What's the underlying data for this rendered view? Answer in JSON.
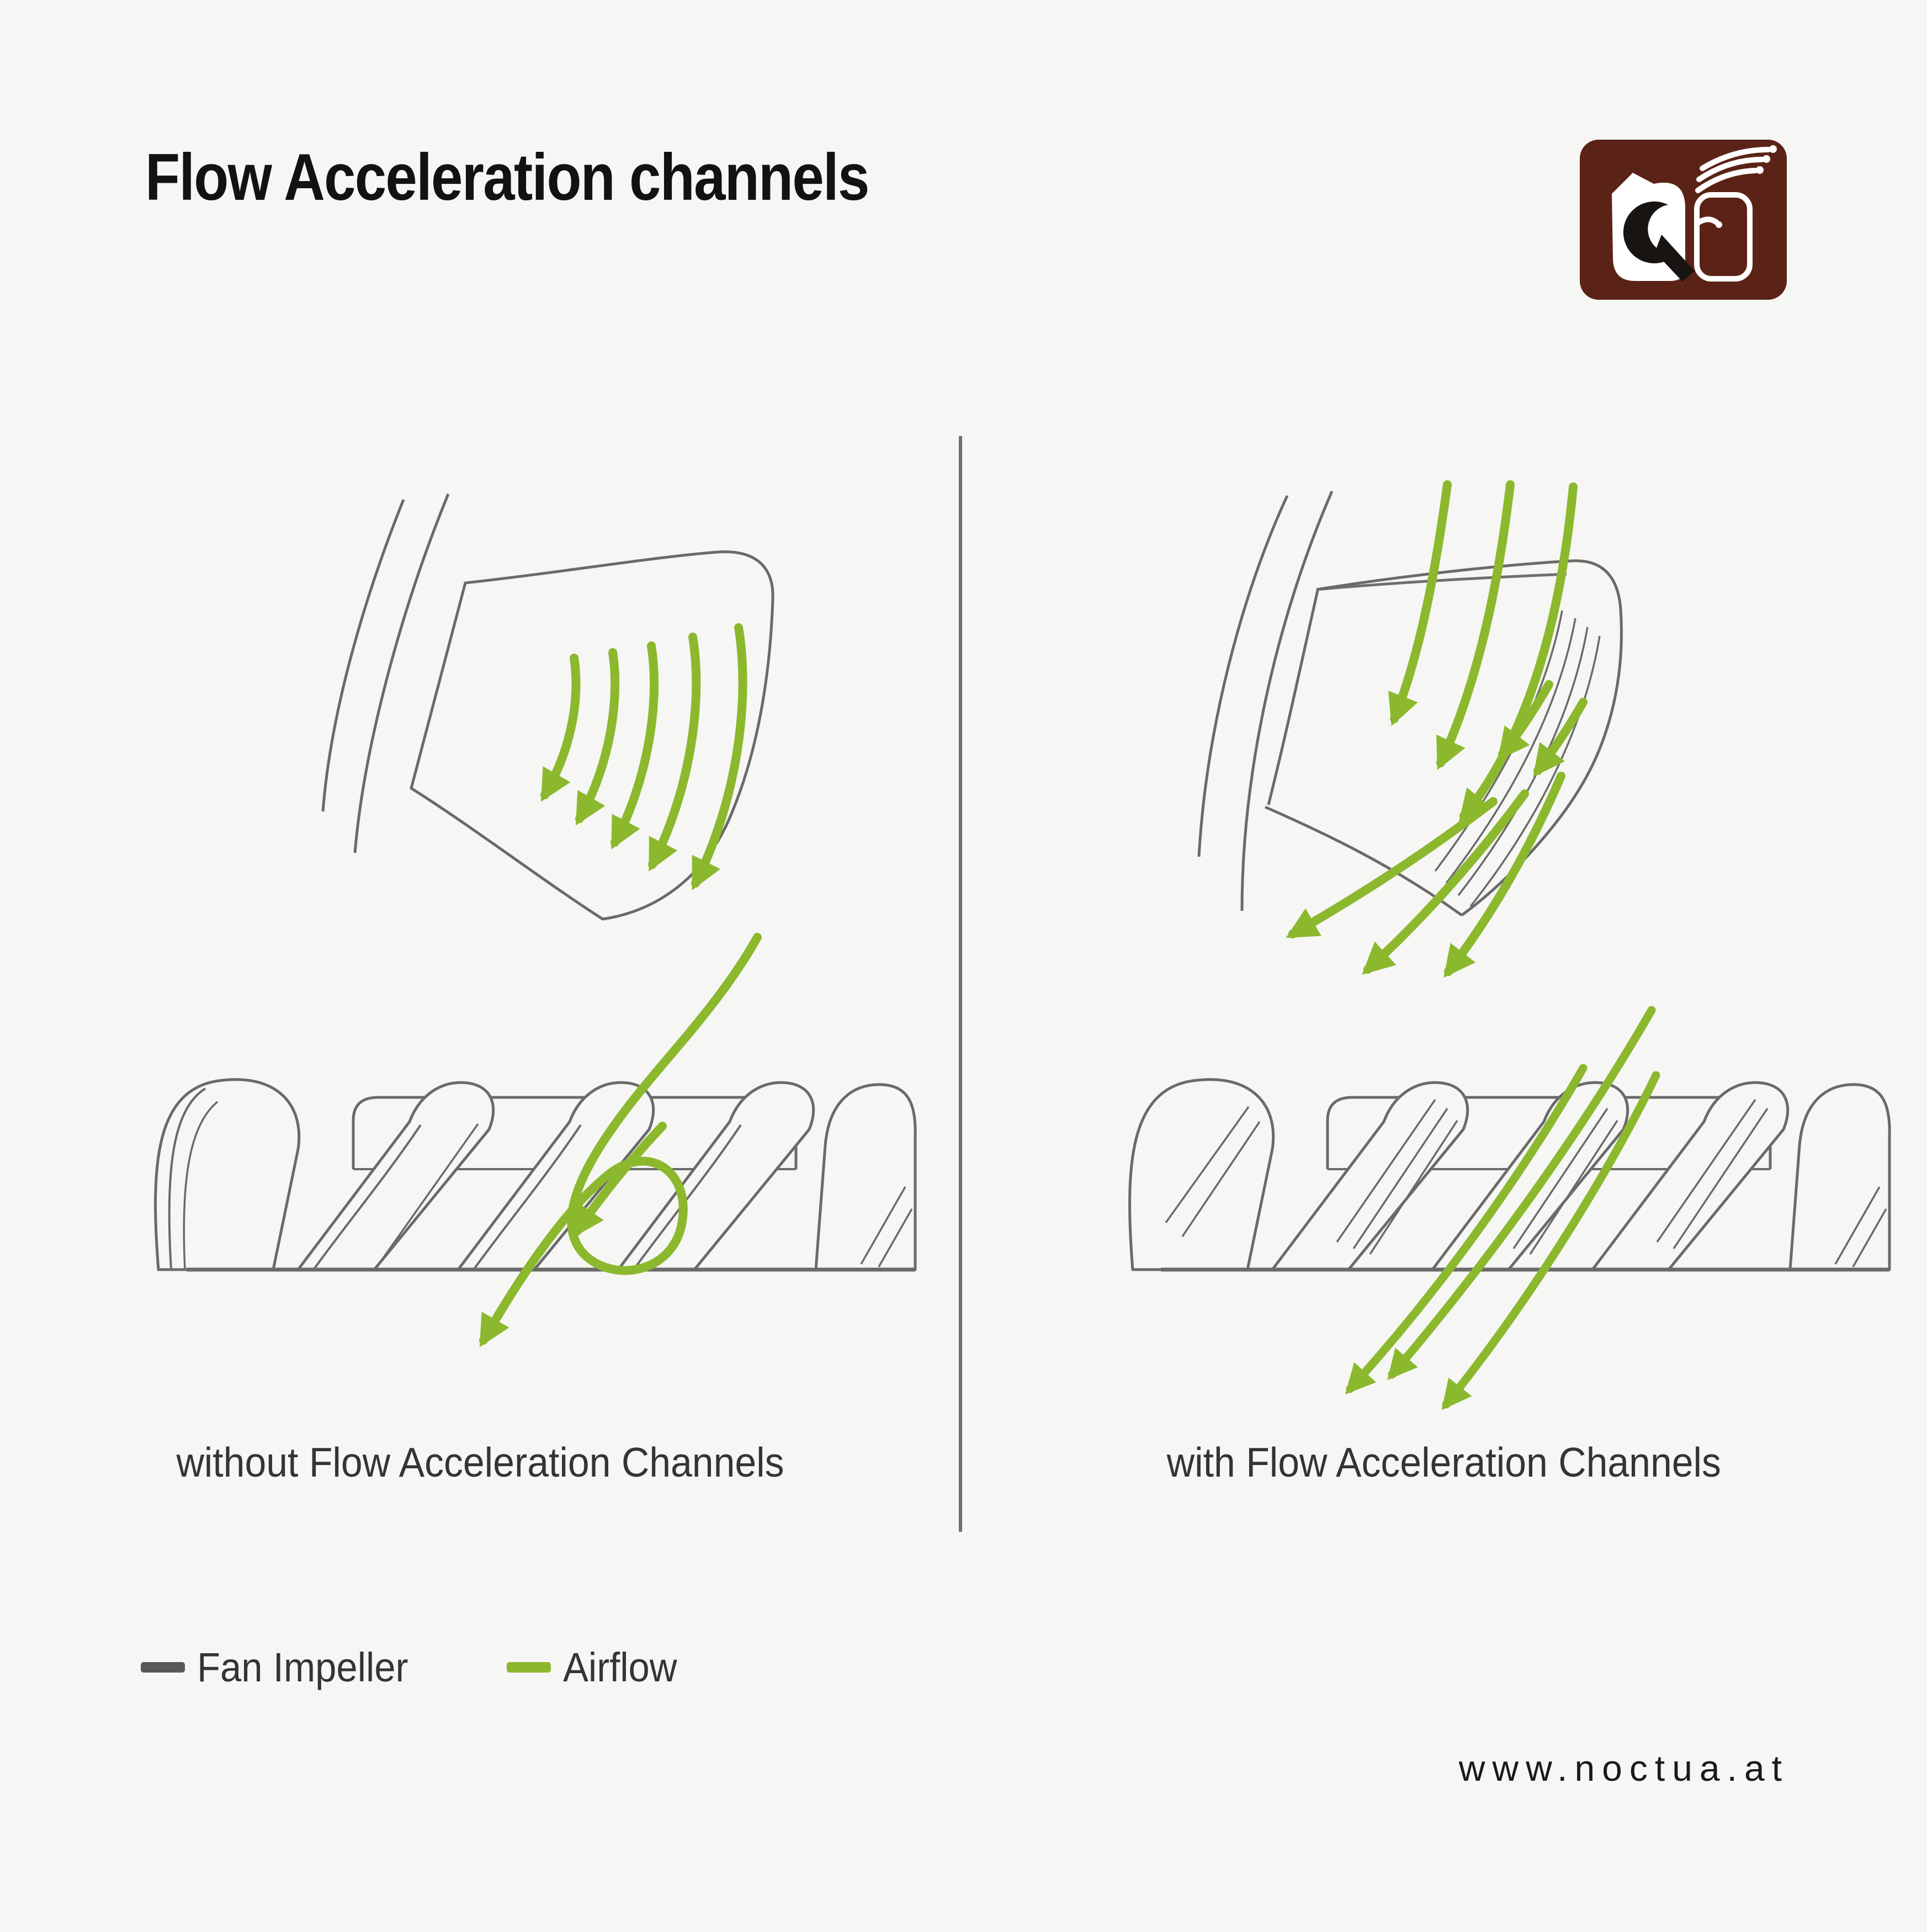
{
  "page": {
    "title": "Flow Acceleration channels",
    "url": "www.noctua.at",
    "background": "#f6f6f4"
  },
  "colors": {
    "outline_gray": "#6a6a6a",
    "airflow_green": "#8cb82d",
    "impeller_legend_gray": "#58585a",
    "brand_brown": "#5b2317",
    "title_black": "#121212",
    "caption_gray": "#343434"
  },
  "panels": {
    "left": {
      "caption": "without Flow Acceleration Channels"
    },
    "right": {
      "caption": "with Flow Acceleration Channels"
    }
  },
  "legend": {
    "items": [
      {
        "label": "Fan Impeller",
        "color": "#58585a"
      },
      {
        "label": "Airflow",
        "color": "#8cb82d"
      }
    ]
  },
  "logo": {
    "name": "noctua-owl-logo"
  }
}
